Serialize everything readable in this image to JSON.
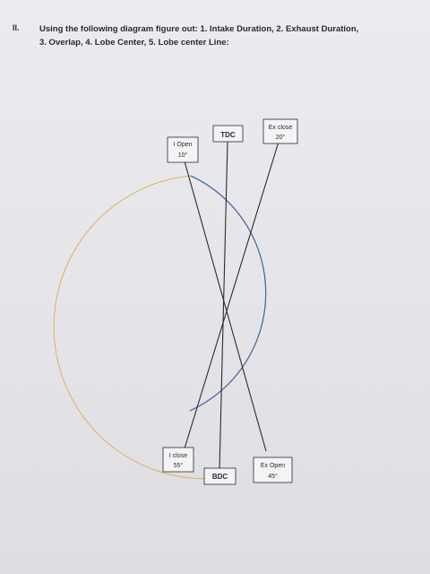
{
  "question": {
    "number": "II.",
    "line1": "Using the following diagram figure out: 1. Intake Duration, 2. Exhaust Duration,",
    "line2": "3. Overlap, 4. Lobe Center, 5. Lobe center Line:"
  },
  "diagram": {
    "tdc": "TDC",
    "bdc": "BDC",
    "intake_open": {
      "name": "I Open",
      "deg": "10°"
    },
    "intake_close": {
      "name": "I close",
      "deg": "55°"
    },
    "exhaust_close": {
      "name": "Ex close",
      "deg": "20°"
    },
    "exhaust_open": {
      "name": "Ex Open",
      "deg": "45°"
    },
    "colors": {
      "intake_arc": "#d9b45a",
      "exhaust_arc": "#4a6b9c",
      "lines": "#2a2a30"
    }
  }
}
